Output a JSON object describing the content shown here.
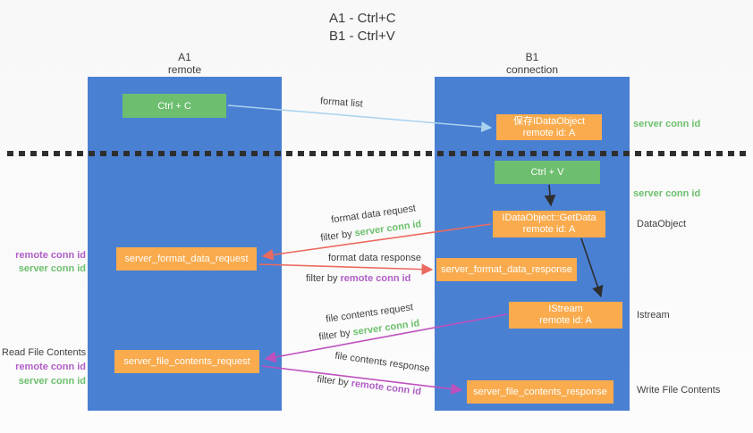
{
  "colors": {
    "background": "#F8F8F8",
    "column_blue": "#4A80D2",
    "box_orange": "#F9AB4D",
    "box_green": "#6DBE6F",
    "arrow_red": "#EB6A5F",
    "arrow_magenta": "#BE50BE",
    "arrow_blue": "#A8D2EE",
    "arrow_black": "#2E2E2E",
    "divider": "#2E2E2E",
    "text_green": "#6CBF6C",
    "text_purple": "#B05EC5",
    "text_dark": "#3F3F3F"
  },
  "title": {
    "line1": "A1 - Ctrl+C",
    "line2": "B1 - Ctrl+V"
  },
  "columns": {
    "a1": {
      "name": "A1",
      "subtitle": "remote"
    },
    "b1": {
      "name": "B1",
      "subtitle": "connection"
    }
  },
  "boxes": {
    "ctrl_c": {
      "label": "Ctrl + C"
    },
    "ctrl_v": {
      "label": "Ctrl + V"
    },
    "save_dataobject": {
      "line1": "保存IDataObject",
      "line2": "remote id: A"
    },
    "getdata": {
      "line1": "IDataObject::GetData",
      "line2": "remote id: A"
    },
    "istream": {
      "line1": "IStream",
      "line2": "remote id: A"
    },
    "format_request": {
      "label": "server_format_data_request"
    },
    "format_response": {
      "label": "server_format_data_response"
    },
    "file_request": {
      "label": "server_file_contents_request"
    },
    "file_response": {
      "label": "server_file_contents_response"
    }
  },
  "arrow_labels": {
    "format_list": "format list",
    "format_data_request": "format data request",
    "format_data_response": "format data response",
    "file_contents_request": "file contents request",
    "file_contents_response": "file contents response",
    "filter_by": "filter by",
    "server_conn_id": "server conn id",
    "remote_conn_id": "remote conn id"
  },
  "side_labels": {
    "server_conn_id_top": "server conn id",
    "server_conn_id_mid": "server conn id",
    "dataobject": "DataObject",
    "istream": "Istream",
    "write_file_contents": "Write File Contents",
    "read_file_contents": "Read File Contents",
    "remote_conn_id_format": "remote conn id",
    "server_conn_id_format": "server conn id",
    "remote_conn_id_file": "remote conn id",
    "server_conn_id_file": "server conn id"
  }
}
